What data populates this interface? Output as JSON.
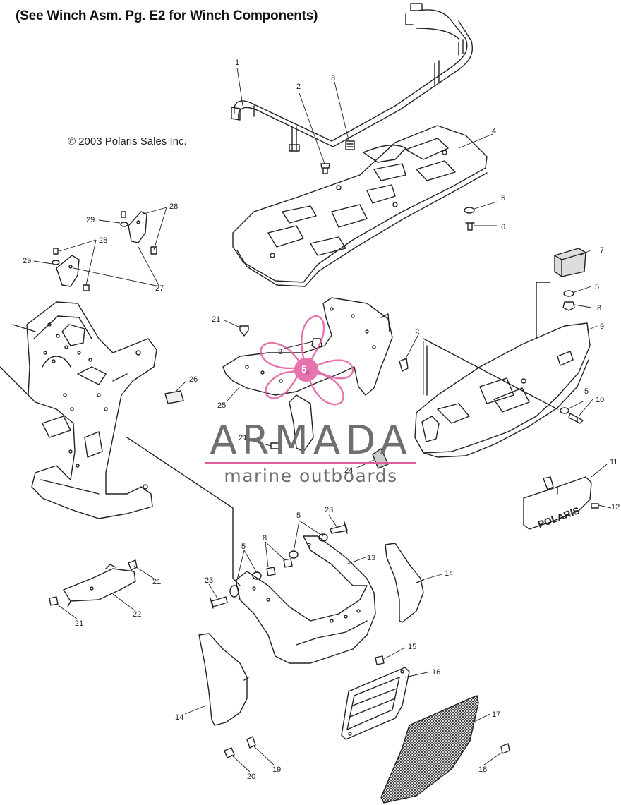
{
  "header_note": "(See Winch Asm. Pg. E2 for Winch Components)",
  "copyright": "© 2003 Polaris Sales Inc.",
  "watermark": {
    "name": "ARMADA",
    "tagline": "marine outboards",
    "logo_numeral": "5",
    "brand_color": "#e25aa0",
    "text_color": "#6f6f6f"
  },
  "part_callouts": [
    {
      "id": "c1",
      "label": "1"
    },
    {
      "id": "c2",
      "label": "2"
    },
    {
      "id": "c3",
      "label": "3"
    },
    {
      "id": "c4",
      "label": "4"
    },
    {
      "id": "c5a",
      "label": "5"
    },
    {
      "id": "c6",
      "label": "6"
    },
    {
      "id": "c7",
      "label": "7"
    },
    {
      "id": "c5b",
      "label": "5"
    },
    {
      "id": "c8a",
      "label": "8"
    },
    {
      "id": "c9",
      "label": "9"
    },
    {
      "id": "c5c",
      "label": "5"
    },
    {
      "id": "c10",
      "label": "10"
    },
    {
      "id": "c11",
      "label": "11"
    },
    {
      "id": "c12",
      "label": "12"
    },
    {
      "id": "c28a",
      "label": "28"
    },
    {
      "id": "c29a",
      "label": "29"
    },
    {
      "id": "c28b",
      "label": "28"
    },
    {
      "id": "c29b",
      "label": "29"
    },
    {
      "id": "c27",
      "label": "27"
    },
    {
      "id": "c21a",
      "label": "21"
    },
    {
      "id": "c8b",
      "label": "8"
    },
    {
      "id": "c2b",
      "label": "2"
    },
    {
      "id": "c26",
      "label": "26"
    },
    {
      "id": "c25",
      "label": "25"
    },
    {
      "id": "c21b",
      "label": "21"
    },
    {
      "id": "c24",
      "label": "24"
    },
    {
      "id": "c23a",
      "label": "23"
    },
    {
      "id": "c5d",
      "label": "5"
    },
    {
      "id": "c8c",
      "label": "8"
    },
    {
      "id": "c5e",
      "label": "5"
    },
    {
      "id": "c13",
      "label": "13"
    },
    {
      "id": "c14a",
      "label": "14"
    },
    {
      "id": "c23b",
      "label": "23"
    },
    {
      "id": "c21c",
      "label": "21"
    },
    {
      "id": "c22",
      "label": "22"
    },
    {
      "id": "c21d",
      "label": "21"
    },
    {
      "id": "c15",
      "label": "15"
    },
    {
      "id": "c16",
      "label": "16"
    },
    {
      "id": "c17",
      "label": "17"
    },
    {
      "id": "c14b",
      "label": "14"
    },
    {
      "id": "c19",
      "label": "19"
    },
    {
      "id": "c20",
      "label": "20"
    },
    {
      "id": "c18",
      "label": "18"
    }
  ],
  "bumper_emblem_text": "POLARIS"
}
